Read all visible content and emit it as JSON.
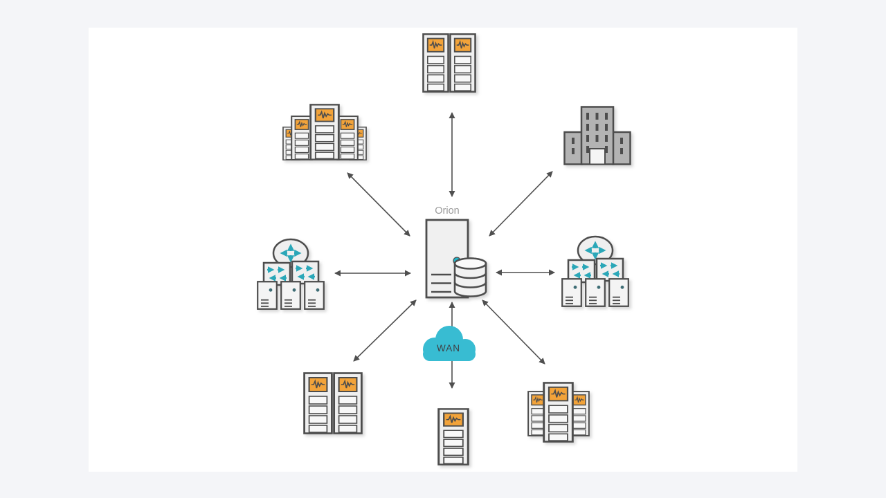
{
  "page": {
    "background_color": "#f4f5f8",
    "canvas_color": "#ffffff"
  },
  "diagram": {
    "center_label": "Orion",
    "wan_label": "WAN",
    "colors": {
      "outline": "#4d4d4d",
      "arrow": "#4f4f4f",
      "accent_orange": "#f2a33a",
      "accent_teal_cloud": "#38bcd2",
      "accent_teal_dot": "#1fb6c9",
      "accent_teal_switch_arrows": "#2aa7b8",
      "building_gray": "#b3b3b3",
      "node_fill_gray": "#f0f0f0",
      "label_gray": "#9b9b9b",
      "wan_text": "#3f4045"
    },
    "nodes": [
      {
        "id": "orion-server",
        "label": "Orion",
        "type": "server-tower-with-database",
        "position": "center"
      },
      {
        "id": "wan-cloud",
        "label": "WAN",
        "type": "cloud",
        "position": "below-center"
      },
      {
        "id": "server-rack-pair-top",
        "type": "server-rack-pair-with-monitor-screens",
        "position": "top"
      },
      {
        "id": "server-rack-cluster-top-left",
        "type": "server-rack-cluster-of-5",
        "position": "top-left"
      },
      {
        "id": "office-building",
        "type": "building",
        "position": "top-right"
      },
      {
        "id": "network-cluster-left",
        "type": "router-switches-and-servers",
        "position": "middle-left"
      },
      {
        "id": "network-cluster-right",
        "type": "router-switches-and-servers",
        "position": "middle-right"
      },
      {
        "id": "server-rack-pair-bottom-left",
        "type": "server-rack-pair-with-monitor-screens",
        "position": "bottom-left"
      },
      {
        "id": "server-rack-single",
        "type": "single-server-rack-with-monitor-screen",
        "position": "bottom-center"
      },
      {
        "id": "server-rack-cluster-bottom-right",
        "type": "server-rack-cluster-of-3",
        "position": "bottom-right"
      }
    ],
    "connections": [
      {
        "from": "orion-server",
        "to": "server-rack-pair-top",
        "style": "double-arrow"
      },
      {
        "from": "orion-server",
        "to": "server-rack-cluster-top-left",
        "style": "double-arrow"
      },
      {
        "from": "orion-server",
        "to": "office-building",
        "style": "double-arrow"
      },
      {
        "from": "orion-server",
        "to": "network-cluster-left",
        "style": "double-arrow"
      },
      {
        "from": "orion-server",
        "to": "network-cluster-right",
        "style": "double-arrow"
      },
      {
        "from": "orion-server",
        "to": "server-rack-pair-bottom-left",
        "style": "double-arrow"
      },
      {
        "from": "orion-server",
        "to": "server-rack-cluster-bottom-right",
        "style": "double-arrow"
      },
      {
        "from": "orion-server",
        "to": "server-rack-single",
        "via": "wan-cloud",
        "style": "double-arrow"
      }
    ]
  }
}
